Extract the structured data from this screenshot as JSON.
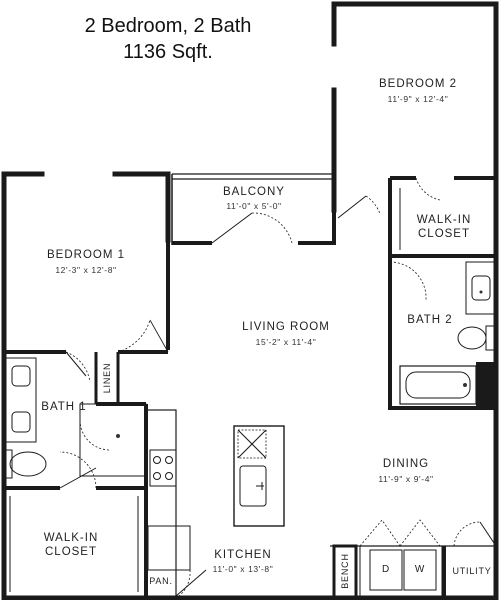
{
  "header": {
    "line1": "2 Bedroom, 2 Bath",
    "line2": "1136 Sqft."
  },
  "rooms": {
    "bedroom2": {
      "name": "BEDROOM 2",
      "dim": "11'-9\" x 12'-4\""
    },
    "balcony": {
      "name": "BALCONY",
      "dim": "11'-0\" x 5'-0\""
    },
    "walkin_closet_top": {
      "line1": "WALK-IN",
      "line2": "CLOSET"
    },
    "bedroom1": {
      "name": "BEDROOM 1",
      "dim": "12'-3\" x 12'-8\""
    },
    "living": {
      "name": "LIVING ROOM",
      "dim": "15'-2\" x 11'-4\""
    },
    "bath2": {
      "name": "BATH 2"
    },
    "linen": {
      "name": "LINEN"
    },
    "bath1": {
      "name": "BATH 1"
    },
    "dining": {
      "name": "DINING",
      "dim": "11'-9\" x 9'-4\""
    },
    "walkin_closet_bottom": {
      "line1": "WALK-IN",
      "line2": "CLOSET"
    },
    "kitchen": {
      "name": "KITCHEN",
      "dim": "11'-0\" x 13'-8\""
    },
    "pantry": {
      "name": "PAN."
    },
    "bench": {
      "name": "BENCH"
    },
    "dishwasher": {
      "d": "D",
      "w": "W"
    },
    "utility": {
      "name": "UTILITY"
    }
  },
  "colors": {
    "wall": "#1a1a1a",
    "fixture": "#333333",
    "background": "#ffffff"
  }
}
